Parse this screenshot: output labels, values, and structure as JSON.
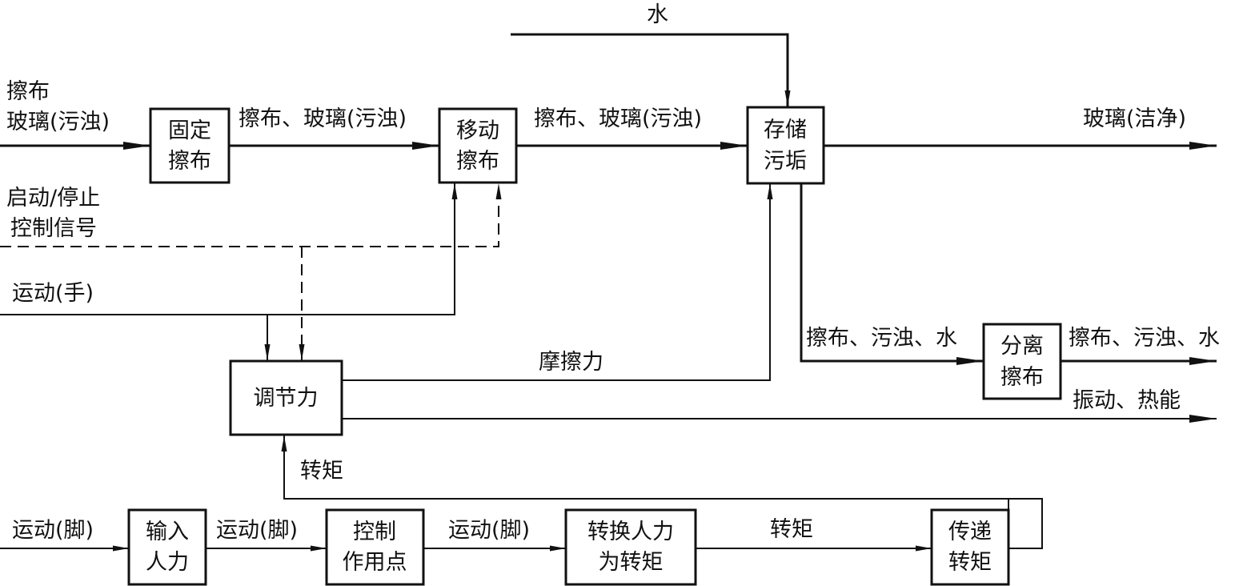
{
  "blocks": {
    "fix_cloth": [
      "固定",
      "擦布"
    ],
    "move_cloth": [
      "移动",
      "擦布"
    ],
    "store_dirt": [
      "存储",
      "污垢"
    ],
    "separate_cloth": [
      "分离",
      "擦布"
    ],
    "adjust_force": "调节力",
    "input_force": [
      "输入",
      "人力"
    ],
    "control_point": [
      "控制",
      "作用点"
    ],
    "convert_torque": [
      "转换人力",
      "为转矩"
    ],
    "transmit_torque": [
      "传递",
      "转矩"
    ]
  },
  "labels": {
    "water": "水",
    "input_cloth": "擦布",
    "input_glass": "玻璃(污浊)",
    "flow_cloth_glass_1": "擦布、玻璃(污浊)",
    "flow_cloth_glass_2": "擦布、玻璃(污浊)",
    "output_clean_glass": "玻璃(洁净)",
    "start_stop_line1": "启动/停止",
    "start_stop_line2": "控制信号",
    "motion_hand": "运动(手)",
    "friction": "摩擦力",
    "to_separate": "擦布、污浊、水",
    "from_separate": "擦布、污浊、水",
    "vibration_heat": "振动、热能",
    "torque_feedback": "转矩",
    "motion_foot_1": "运动(脚)",
    "motion_foot_2": "运动(脚)",
    "motion_foot_3": "运动(脚)",
    "torque_flow": "转矩"
  }
}
